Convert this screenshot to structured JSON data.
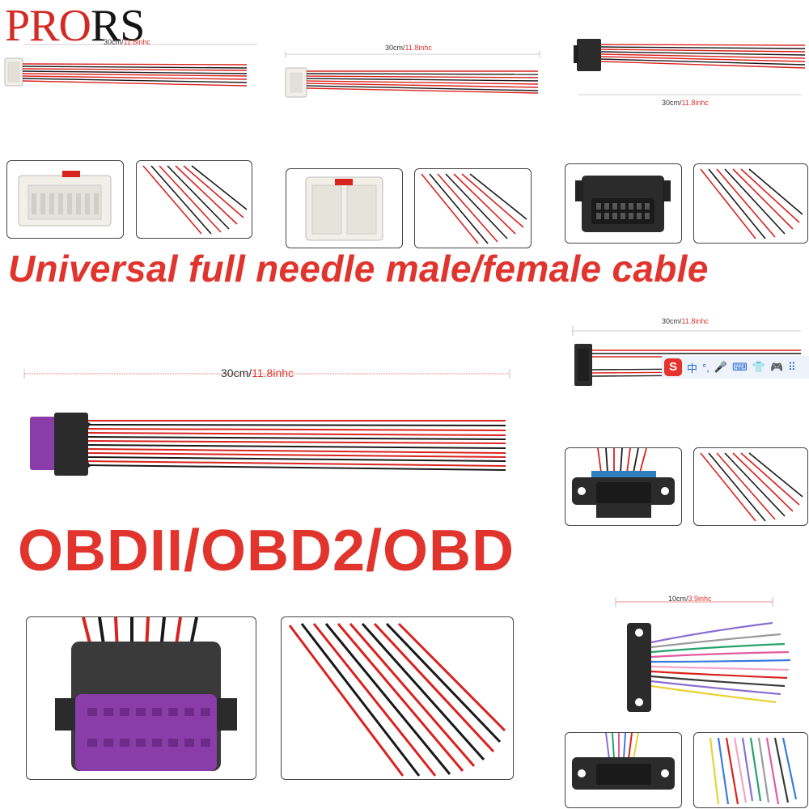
{
  "brand": {
    "part1": "PRO",
    "part2": "RS"
  },
  "headline": "Universal full needle male/female cable",
  "product_types": "OBDII/OBD2/OBD",
  "dimensions": {
    "thirty_cm": {
      "len": "30cm/",
      "alt": "11.8inhc"
    },
    "ten_cm": {
      "len": "10cm/",
      "alt": "3.9inhc"
    }
  },
  "input_method_bar": {
    "logo": "S",
    "items": [
      "中",
      "°,",
      "🎤",
      "⌨",
      "👕",
      "🎮",
      "⠿"
    ]
  },
  "colors": {
    "accent_red": "#e0342d",
    "wire_red": "#d9231f",
    "wire_black": "#1a1a1a",
    "connector_purple": "#8a3ca8",
    "connector_black": "#2b2b2b",
    "connector_white": "#f1efe8",
    "connector_blue": "#2f7fbf"
  }
}
